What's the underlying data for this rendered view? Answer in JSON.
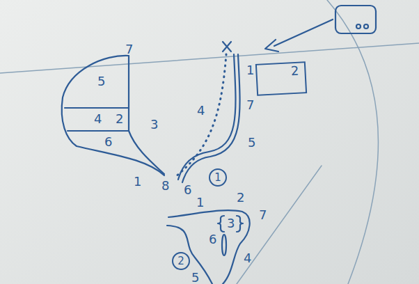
{
  "diagram": {
    "nodes": [
      {
        "text": [
          "5",
          "4",
          "2"
        ]
      },
      {
        "text": [
          "2"
        ]
      },
      {
        "text": [
          "1"
        ]
      },
      {
        "text": [
          "2"
        ]
      }
    ],
    "labels": [
      "7",
      "3",
      "6",
      "1",
      "8",
      "4",
      "7",
      "1",
      "5",
      "6",
      "1",
      "2",
      "3",
      "7",
      "4",
      "6",
      "5"
    ]
  }
}
